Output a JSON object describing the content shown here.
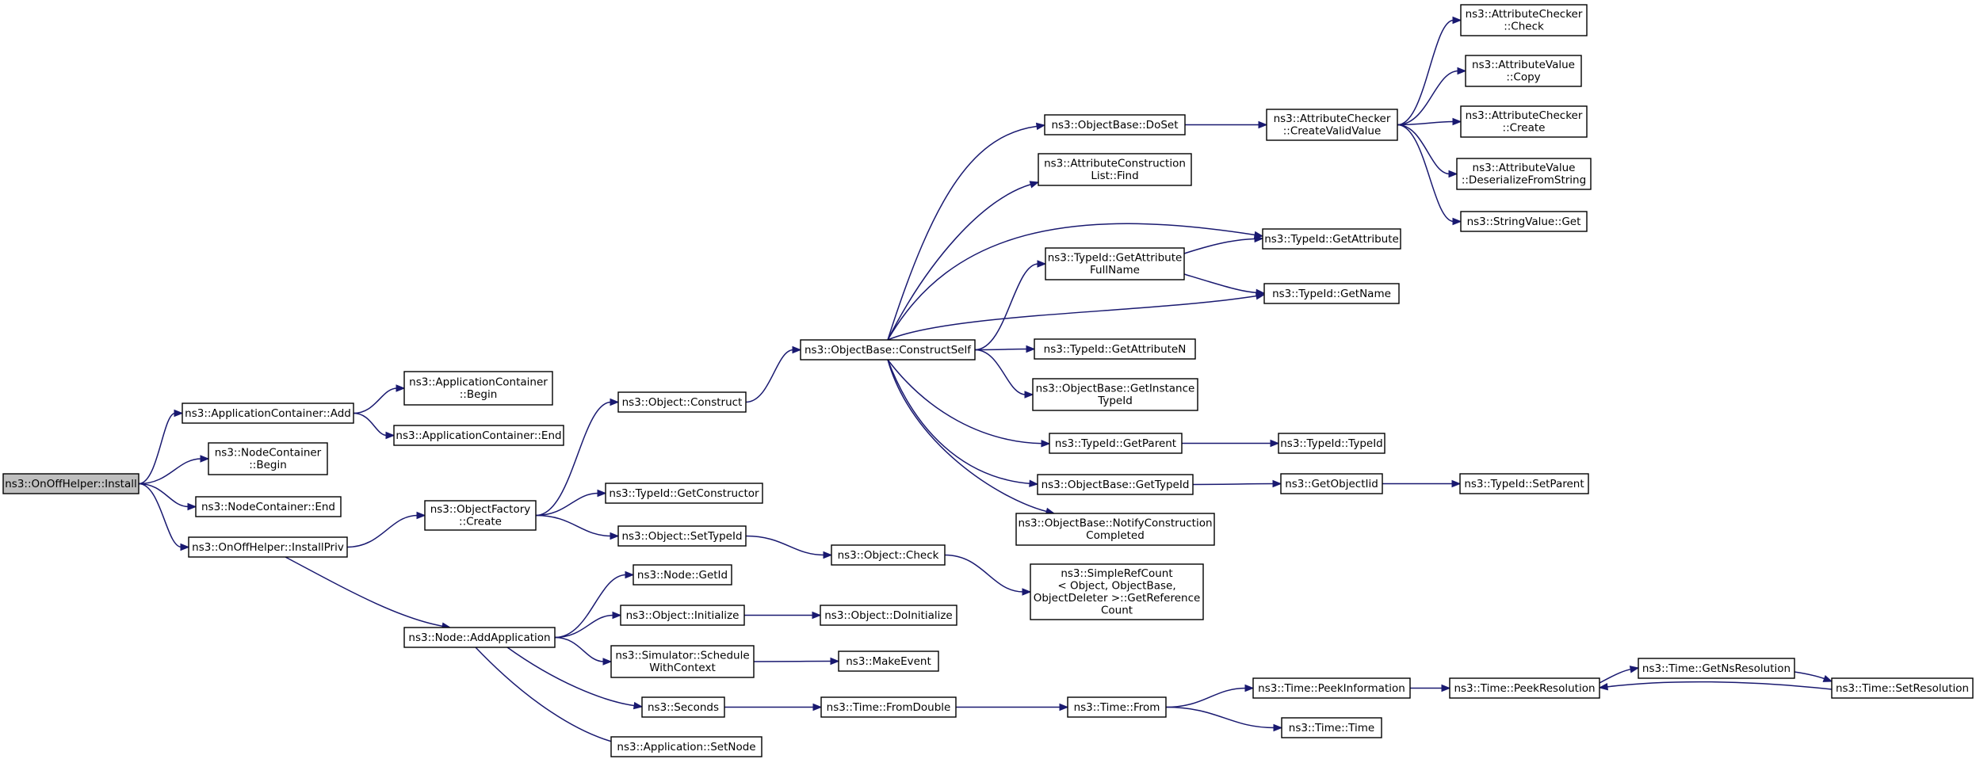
{
  "diagram": {
    "root_id": "install",
    "nodes": [
      {
        "id": "install",
        "lines": [
          "ns3::OnOffHelper::Install"
        ]
      },
      {
        "id": "appAdd",
        "lines": [
          "ns3::ApplicationContainer::Add"
        ]
      },
      {
        "id": "ncBegin",
        "lines": [
          "ns3::NodeContainer",
          "::Begin"
        ]
      },
      {
        "id": "ncEnd",
        "lines": [
          "ns3::NodeContainer::End"
        ]
      },
      {
        "id": "installPriv",
        "lines": [
          "ns3::OnOffHelper::InstallPriv"
        ]
      },
      {
        "id": "acBegin",
        "lines": [
          "ns3::ApplicationContainer",
          "::Begin"
        ]
      },
      {
        "id": "acEnd",
        "lines": [
          "ns3::ApplicationContainer::End"
        ]
      },
      {
        "id": "ofCreate",
        "lines": [
          "ns3::ObjectFactory",
          "::Create"
        ]
      },
      {
        "id": "addApp",
        "lines": [
          "ns3::Node::AddApplication"
        ]
      },
      {
        "id": "objConstruct",
        "lines": [
          "ns3::Object::Construct"
        ]
      },
      {
        "id": "getConstructor",
        "lines": [
          "ns3::TypeId::GetConstructor"
        ]
      },
      {
        "id": "setTypeId",
        "lines": [
          "ns3::Object::SetTypeId"
        ]
      },
      {
        "id": "nodeGetId",
        "lines": [
          "ns3::Node::GetId"
        ]
      },
      {
        "id": "objInit",
        "lines": [
          "ns3::Object::Initialize"
        ]
      },
      {
        "id": "schedCtx",
        "lines": [
          "ns3::Simulator::Schedule",
          "WithContext"
        ]
      },
      {
        "id": "seconds",
        "lines": [
          "ns3::Seconds"
        ]
      },
      {
        "id": "setNode",
        "lines": [
          "ns3::Application::SetNode"
        ]
      },
      {
        "id": "constructSelf",
        "lines": [
          "ns3::ObjectBase::ConstructSelf"
        ]
      },
      {
        "id": "objCheck",
        "lines": [
          "ns3::Object::Check"
        ]
      },
      {
        "id": "doInit",
        "lines": [
          "ns3::Object::DoInitialize"
        ]
      },
      {
        "id": "makeEvent",
        "lines": [
          "ns3::MakeEvent"
        ]
      },
      {
        "id": "fromDouble",
        "lines": [
          "ns3::Time::FromDouble"
        ]
      },
      {
        "id": "doSet",
        "lines": [
          "ns3::ObjectBase::DoSet"
        ]
      },
      {
        "id": "aclFind",
        "lines": [
          "ns3::AttributeConstruction",
          "List::Find"
        ]
      },
      {
        "id": "getAttrFullName",
        "lines": [
          "ns3::TypeId::GetAttribute",
          "FullName"
        ]
      },
      {
        "id": "getAttrN",
        "lines": [
          "ns3::TypeId::GetAttributeN"
        ]
      },
      {
        "id": "getInstTypeId",
        "lines": [
          "ns3::ObjectBase::GetInstance",
          "TypeId"
        ]
      },
      {
        "id": "getParent",
        "lines": [
          "ns3::TypeId::GetParent"
        ]
      },
      {
        "id": "obGetTypeId",
        "lines": [
          "ns3::ObjectBase::GetTypeId"
        ]
      },
      {
        "id": "notifyConstr",
        "lines": [
          "ns3::ObjectBase::NotifyConstruction",
          "Completed"
        ]
      },
      {
        "id": "getRefCount",
        "lines": [
          "ns3::SimpleRefCount",
          "< Object, ObjectBase,",
          " ObjectDeleter >::GetReference",
          "Count"
        ]
      },
      {
        "id": "timeFrom",
        "lines": [
          "ns3::Time::From"
        ]
      },
      {
        "id": "createValid",
        "lines": [
          "ns3::AttributeChecker",
          "::CreateValidValue"
        ]
      },
      {
        "id": "getAttribute",
        "lines": [
          "ns3::TypeId::GetAttribute"
        ]
      },
      {
        "id": "getName",
        "lines": [
          "ns3::TypeId::GetName"
        ]
      },
      {
        "id": "typeIdCtor",
        "lines": [
          "ns3::TypeId::TypeId"
        ]
      },
      {
        "id": "getObjectIid",
        "lines": [
          "ns3::GetObjectIid"
        ]
      },
      {
        "id": "peekInfo",
        "lines": [
          "ns3::Time::PeekInformation"
        ]
      },
      {
        "id": "timeTime",
        "lines": [
          "ns3::Time::Time"
        ]
      },
      {
        "id": "acCheck",
        "lines": [
          "ns3::AttributeChecker",
          "::Check"
        ]
      },
      {
        "id": "avCopy",
        "lines": [
          "ns3::AttributeValue",
          "::Copy"
        ]
      },
      {
        "id": "acCreate",
        "lines": [
          "ns3::AttributeChecker",
          "::Create"
        ]
      },
      {
        "id": "avDeser",
        "lines": [
          "ns3::AttributeValue",
          "::DeserializeFromString"
        ]
      },
      {
        "id": "svGet",
        "lines": [
          "ns3::StringValue::Get"
        ]
      },
      {
        "id": "setParent",
        "lines": [
          "ns3::TypeId::SetParent"
        ]
      },
      {
        "id": "peekRes",
        "lines": [
          "ns3::Time::PeekResolution"
        ]
      },
      {
        "id": "getNsRes",
        "lines": [
          "ns3::Time::GetNsResolution"
        ]
      },
      {
        "id": "setRes",
        "lines": [
          "ns3::Time::SetResolution"
        ]
      }
    ],
    "edges": [
      [
        "install",
        "appAdd"
      ],
      [
        "install",
        "ncBegin"
      ],
      [
        "install",
        "ncEnd"
      ],
      [
        "install",
        "installPriv"
      ],
      [
        "appAdd",
        "acBegin"
      ],
      [
        "appAdd",
        "acEnd"
      ],
      [
        "installPriv",
        "ofCreate"
      ],
      [
        "installPriv",
        "addApp"
      ],
      [
        "ofCreate",
        "objConstruct"
      ],
      [
        "ofCreate",
        "getConstructor"
      ],
      [
        "ofCreate",
        "setTypeId"
      ],
      [
        "objConstruct",
        "constructSelf"
      ],
      [
        "setTypeId",
        "objCheck"
      ],
      [
        "objCheck",
        "getRefCount"
      ],
      [
        "addApp",
        "nodeGetId"
      ],
      [
        "addApp",
        "objInit"
      ],
      [
        "addApp",
        "schedCtx"
      ],
      [
        "addApp",
        "seconds"
      ],
      [
        "addApp",
        "setNode"
      ],
      [
        "objInit",
        "doInit"
      ],
      [
        "schedCtx",
        "makeEvent"
      ],
      [
        "seconds",
        "fromDouble"
      ],
      [
        "fromDouble",
        "timeFrom"
      ],
      [
        "constructSelf",
        "doSet"
      ],
      [
        "constructSelf",
        "aclFind"
      ],
      [
        "constructSelf",
        "getAttribute"
      ],
      [
        "constructSelf",
        "getAttrFullName"
      ],
      [
        "constructSelf",
        "getName"
      ],
      [
        "constructSelf",
        "getAttrN"
      ],
      [
        "constructSelf",
        "getInstTypeId"
      ],
      [
        "constructSelf",
        "getParent"
      ],
      [
        "constructSelf",
        "obGetTypeId"
      ],
      [
        "constructSelf",
        "notifyConstr"
      ],
      [
        "doSet",
        "createValid"
      ],
      [
        "createValid",
        "acCheck"
      ],
      [
        "createValid",
        "avCopy"
      ],
      [
        "createValid",
        "acCreate"
      ],
      [
        "createValid",
        "avDeser"
      ],
      [
        "createValid",
        "svGet"
      ],
      [
        "getAttrFullName",
        "getAttribute"
      ],
      [
        "getAttrFullName",
        "getName"
      ],
      [
        "getParent",
        "typeIdCtor"
      ],
      [
        "obGetTypeId",
        "getObjectIid"
      ],
      [
        "getObjectIid",
        "setParent"
      ],
      [
        "timeFrom",
        "peekInfo"
      ],
      [
        "timeFrom",
        "timeTime"
      ],
      [
        "peekInfo",
        "peekRes"
      ],
      [
        "peekRes",
        "getNsRes"
      ],
      [
        "getNsRes",
        "setRes"
      ],
      [
        "setRes",
        "peekRes"
      ]
    ]
  }
}
